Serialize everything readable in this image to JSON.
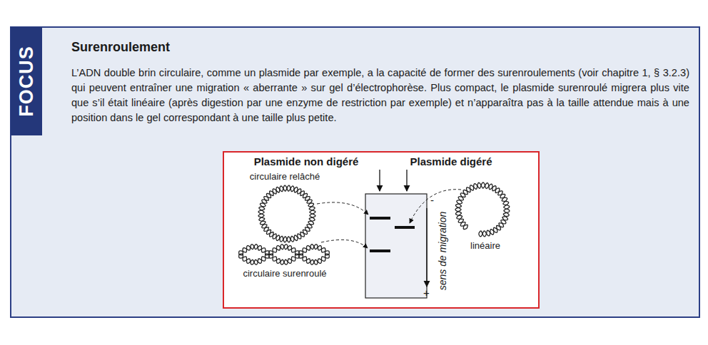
{
  "diagram": {
    "title": "Surenroulement",
    "labels": [
      "FOCUS",
      "L’ADN double brin circulaire, comme un plasmide par exemple, a la capacité de former des surenroulements (voir chapitre 1, § 3.2.3) qui peuvent entraîner une migration « aberrante » sur gel d’électrophorèse. Plus compact, le plasmide surenroulé migrera plus vite que s’il était linéaire (après digestion par une enzyme de restriction par exemple) et n’apparaîtra pas à la taille attendue mais à une position dans le gel correspondant à une taille plus petite.",
      "Plasmide non digéré",
      "Plasmide digéré",
      "circulaire relâché",
      "circulaire surenroulé",
      "linéaire",
      "-",
      "+",
      "sens de migration"
    ]
  }
}
